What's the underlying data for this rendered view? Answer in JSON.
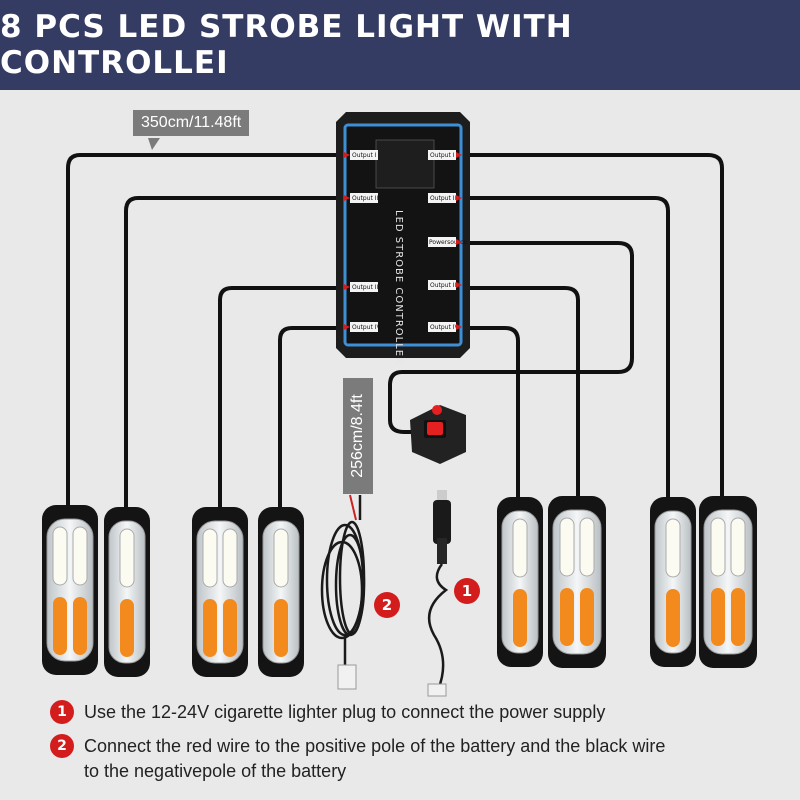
{
  "header": {
    "title": "8 PCS LED STROBE LIGHT WITH CONTROLLEI"
  },
  "dimensions": {
    "cable_length": "350cm/11.48ft",
    "switch_cable_length": "256cm/8.4ft"
  },
  "controller": {
    "name": "LED STROBE CONTROLLER",
    "left_outputs": [
      "Output I",
      "Output II",
      "Output III",
      "Output IV"
    ],
    "right_outputs": [
      "Output I",
      "Output II",
      "Output III",
      "Output IV"
    ],
    "power_label": "Powersource"
  },
  "badges": {
    "lighter_plug": "1",
    "battery_wire": "2"
  },
  "notes": [
    {
      "number": "1",
      "text": "Use the 12-24V cigarette lighter plug to connect the power supply"
    },
    {
      "number": "2",
      "text": "Connect the red wire to the positive pole of the battery and the black wire to the negativepole of the battery"
    }
  ],
  "colors": {
    "header_bg": "#353c63",
    "badge": "#d31d1d",
    "amber": "#f28a1e",
    "controller_border": "#3d8fd6"
  }
}
